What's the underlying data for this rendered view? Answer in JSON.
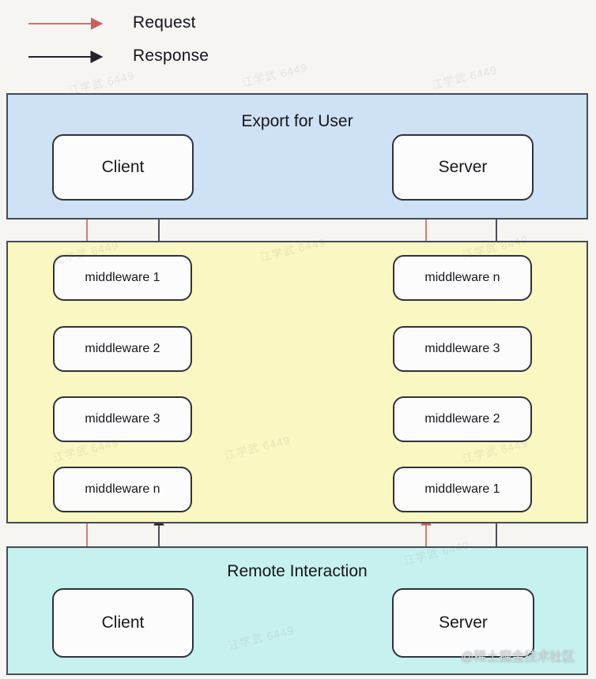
{
  "legend": {
    "items": [
      {
        "name": "request",
        "label": "Request",
        "color": "#c85f5f"
      },
      {
        "name": "response",
        "label": "Response",
        "color": "#22252e"
      }
    ]
  },
  "sections": {
    "export": {
      "title": "Export for User",
      "bg": "#cfe1f4"
    },
    "middleware": {
      "bg": "#f9f7c2"
    },
    "remote": {
      "title": "Remote Interaction",
      "bg": "#c7f1ef"
    }
  },
  "nodes": {
    "export": {
      "client": "Client",
      "server": "Server"
    },
    "remote": {
      "client": "Client",
      "server": "Server"
    },
    "middleware": {
      "left": [
        "middleware 1",
        "middleware 2",
        "middleware 3",
        "middleware n"
      ],
      "right": [
        "middleware n",
        "middleware 3",
        "middleware 2",
        "middleware 1"
      ]
    }
  },
  "watermark": {
    "text": "江学武 6449",
    "badge": "@稀土掘金技术社区"
  }
}
